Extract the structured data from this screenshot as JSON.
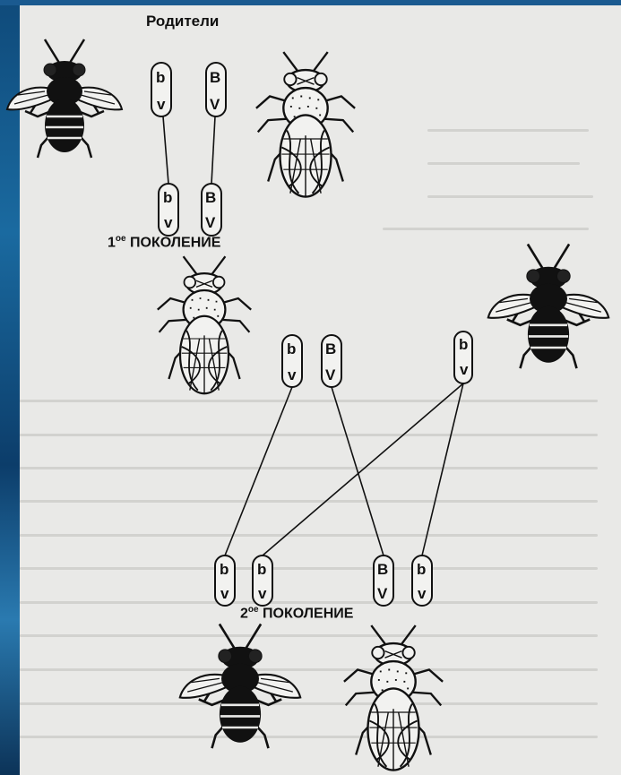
{
  "labels": {
    "parents": "Родители",
    "gen1_superscript": "ое",
    "gen1_prefix": "1",
    "gen1_word": "ПОКОЛЕНИЕ",
    "gen2_prefix": "2",
    "gen2_superscript": "ое",
    "gen2_word": "ПОКОЛЕНИЕ"
  },
  "chromosomes": {
    "parent_left": {
      "top": "b",
      "bottom": "v"
    },
    "parent_right": {
      "top": "B",
      "bottom": "V"
    },
    "gen1_left": {
      "top": "b",
      "bottom": "v"
    },
    "gen1_right": {
      "top": "B",
      "bottom": "V"
    },
    "cross_female_1": {
      "top": "b",
      "bottom": "v"
    },
    "cross_female_2": {
      "top": "B",
      "bottom": "V"
    },
    "cross_male": {
      "top": "b",
      "bottom": "v"
    },
    "gen2_1": {
      "top": "b",
      "bottom": "v"
    },
    "gen2_2": {
      "top": "b",
      "bottom": "v"
    },
    "gen2_3": {
      "top": "B",
      "bottom": "V"
    },
    "gen2_4": {
      "top": "b",
      "bottom": "v"
    }
  },
  "flies": {
    "parent_dark": "dark-fly-icon",
    "parent_light": "light-fly-icon",
    "gen1": "light-fly-icon",
    "cross_dark": "dark-fly-icon",
    "gen2_dark": "dark-fly-icon",
    "gen2_light": "light-fly-icon"
  },
  "colors": {
    "paper": "#e9e9e7",
    "ink": "#111111",
    "background": "#0d3a66"
  }
}
